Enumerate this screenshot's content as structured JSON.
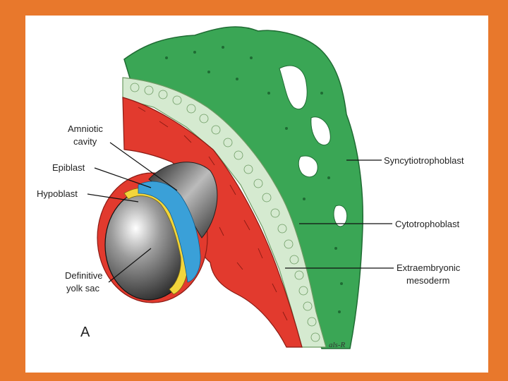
{
  "figure": {
    "panel_letter": "A",
    "signature": "als-R"
  },
  "labels": {
    "amniotic_line1": "Amniotic",
    "amniotic_line2": "cavity",
    "epiblast": "Epiblast",
    "hypoblast": "Hypoblast",
    "yolk_line1": "Definitive",
    "yolk_line2": "yolk sac",
    "syncytiotrophoblast": "Syncytiotrophoblast",
    "cytotrophoblast": "Cytotrophoblast",
    "extra_line1": "Extraembryonic",
    "extra_line2": "mesoderm"
  },
  "colors": {
    "frame": "#e8782c",
    "syncytiotrophoblast": "#3aa655",
    "cytotrophoblast": "#d5ead0",
    "mesoderm": "#e23a2e",
    "epiblast": "#3aa0d8",
    "hypoblast": "#f2d53c",
    "yolk_sac": "#333333"
  }
}
